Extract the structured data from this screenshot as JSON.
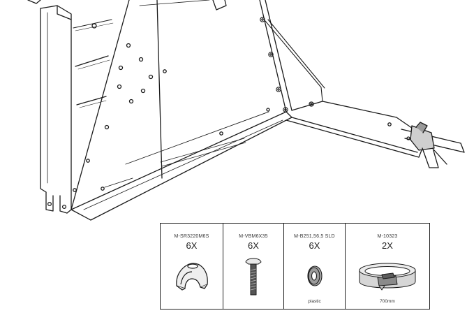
{
  "parts": [
    {
      "code": "M-SR3220M6S",
      "qty": "6X",
      "note": "",
      "icon": "knob-icon"
    },
    {
      "code": "M-VBM6X35",
      "qty": "6X",
      "note": "",
      "icon": "bolt-icon"
    },
    {
      "code": "M-B251,56,5 SLD",
      "qty": "6X",
      "note": "plastic",
      "icon": "washer-icon"
    },
    {
      "code": "M-10323",
      "qty": "2X",
      "note": "700mm",
      "icon": "strap-icon"
    }
  ]
}
